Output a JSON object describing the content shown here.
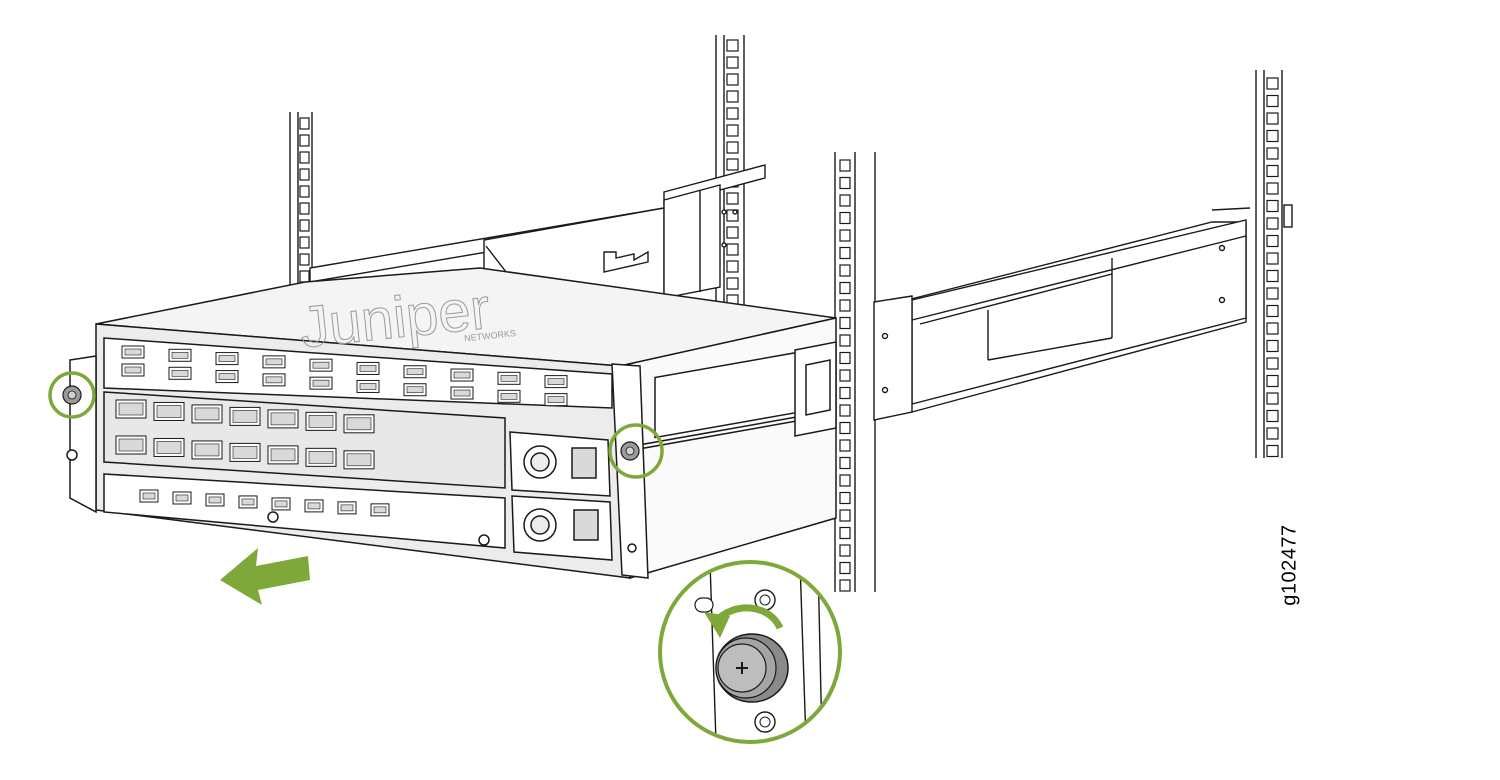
{
  "figure": {
    "id_label": "g102477",
    "brand_logo_text": "Juniper",
    "brand_subtext": "NETWORKS"
  },
  "colors": {
    "line": "#1a1a1a",
    "chassis_fill": "#f4f4f4",
    "port_fill": "#d9d9d9",
    "highlight": "#7ea83a",
    "arrow": "#7ea83a",
    "screw_fill": "#9a9a9a"
  },
  "icons": {
    "direction": "pull-out-arrow-icon",
    "rotation": "counterclockwise-rotate-icon",
    "screw": "captive-screw-icon"
  }
}
